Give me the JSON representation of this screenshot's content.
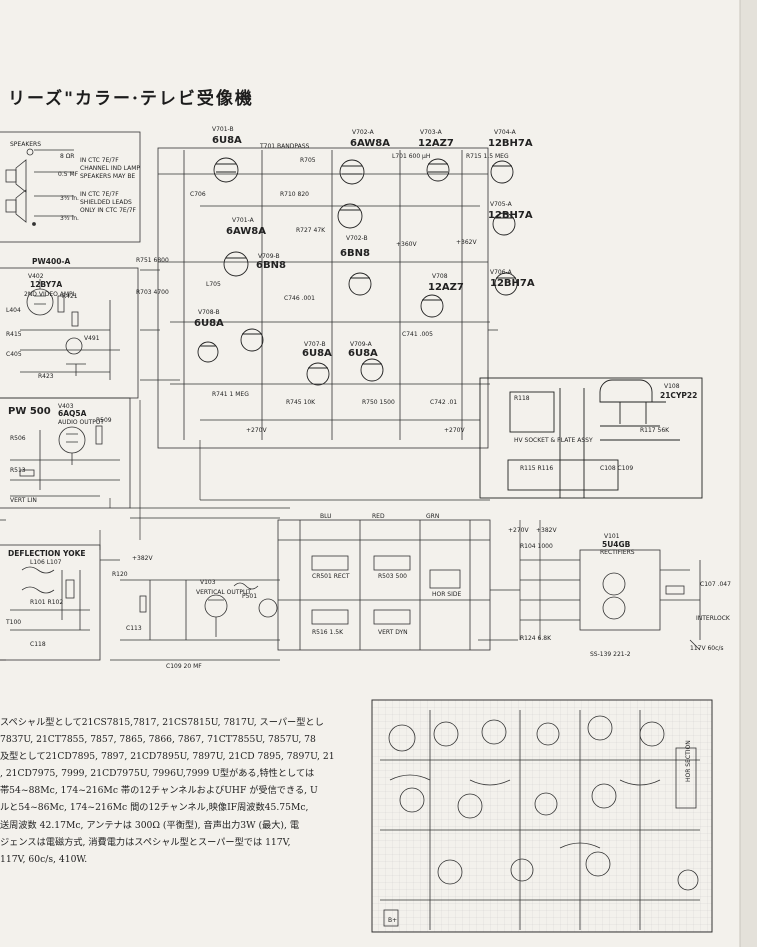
{
  "title": "リーズ\"カラー·テレビ受像機",
  "paragraph": [
    "スペシャル型として21CS7815,7817, 21CS7815U, 7817U, スーパー型とし",
    "7837U, 21CT7855, 7857, 7865, 7866, 7867, 71CT7855U, 7857U, 78",
    "及型として21CD7895, 7897, 21CD7895U, 7897U, 21CD 7895, 7897U, 21",
    ", 21CD7975, 7999, 21CD7975U, 7996U,7999 U型がある,特性としては",
    "帯54~88Mc, 174~216Mc 帯の12チャンネルおよびUHF が受信できる, U",
    "ルと54~86Mc, 174~216Mc 間の12チャンネル,映像IF周波数45.75Mc,",
    "送周波数 42.17Mc, アンテナは 300Ω (平衡型), 音声出力3W (最大), 電",
    "ジェンスは電磁方式, 消費電力はスペシャル型とスーパー型では 117V,",
    "117V, 60c/s, 410W."
  ],
  "labels": {
    "pw400": "PW400-A",
    "pw500": "PW 500",
    "deflection_yoke": "DEFLECTION YOKE",
    "speakers": "SPEAKERS",
    "crt": "21CYP22",
    "rectifier": "5U4GB",
    "rectifier_sub": "RECTIFIERS",
    "interlock": "INTERLOCK"
  },
  "tubes": [
    {
      "ref": "V701-B",
      "type": "6U8A"
    },
    {
      "ref": "V702-A",
      "type": "6AW8A"
    },
    {
      "ref": "V703-A",
      "type": "12AZ7"
    },
    {
      "ref": "V704-A",
      "type": "12BH7A"
    },
    {
      "ref": "V705-A",
      "type": "12BH7A"
    },
    {
      "ref": "V706-A",
      "type": "12BH7A"
    },
    {
      "ref": "V701-A",
      "type": "6AW8A"
    },
    {
      "ref": "V709-B",
      "type": "6BN8"
    },
    {
      "ref": "V702-B",
      "type": "6BN8"
    },
    {
      "ref": "V708",
      "type": "12AZ7"
    },
    {
      "ref": "V708-B",
      "type": "6U8A"
    },
    {
      "ref": "V707-B",
      "type": "6U8A"
    },
    {
      "ref": "V402",
      "type": "12BY7A"
    },
    {
      "ref": "V403",
      "type": "6AQ5A"
    },
    {
      "ref": "V709-A",
      "type": "6U8A"
    }
  ]
}
